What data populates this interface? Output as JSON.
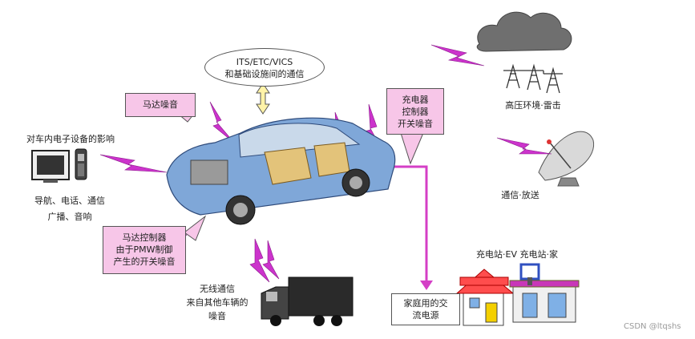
{
  "labels": {
    "its": "ITS/ETC/VICS\n和基础设施间的通信",
    "motor_noise": "马达噪音",
    "charger": "充电器\n控制器\n开关噪音",
    "hv_env": "高压环境·雷击",
    "vehicle_devices": "对车内电子设备的影响",
    "nav": "导航、电话、通信\n广播、音响",
    "comm_broadcast": "通信·放送",
    "motor_controller": "马达控制器\n由于PMW制御\n产生的开关噪音",
    "wireless": "无线通信\n来自其他车辆的\n噪音",
    "ev_station": "充电站·EV 充电站·家",
    "home_ac": "家庭用的交\n流电源"
  },
  "watermark": "CSDN @ltqshs",
  "colors": {
    "pink_box": "#f7c6e8",
    "lightning": "#cc33cc",
    "wire": "#d43fc6",
    "car_body": "#7fa7d8"
  }
}
